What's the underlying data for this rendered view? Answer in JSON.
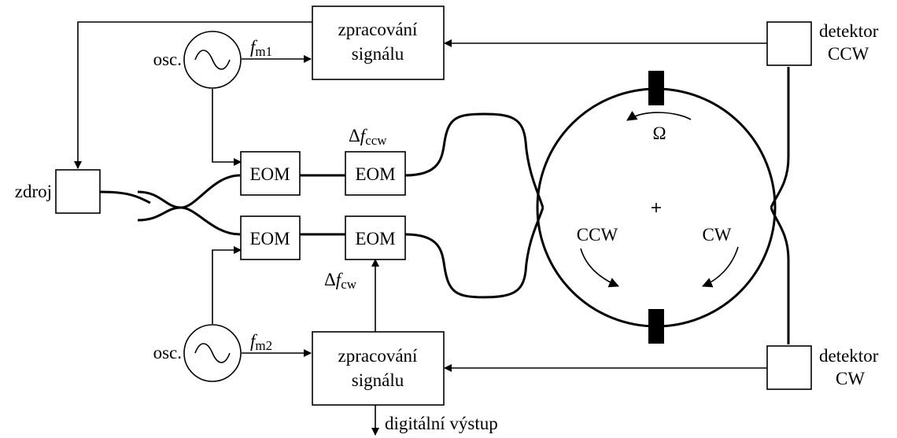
{
  "labels": {
    "processing_top_line1": "zpracování",
    "processing_top_line2": "signálu",
    "processing_bottom_line1": "zpracování",
    "processing_bottom_line2": "signálu",
    "osc_top": "osc.",
    "osc_bottom": "osc.",
    "fm1_f": "f",
    "fm1_sub": "m1",
    "fm2_f": "f",
    "fm2_sub": "m2",
    "source": "zdroj",
    "eom_1": "EOM",
    "eom_2": "EOM",
    "eom_3": "EOM",
    "eom_4": "EOM",
    "dfccw_delta": "Δ",
    "dfccw_f": "f",
    "dfccw_sub": "ccw",
    "dfcw_delta": "Δ",
    "dfcw_f": "f",
    "dfcw_sub": "cw",
    "omega": "Ω",
    "ccw": "CCW",
    "cw": "CW",
    "detector_ccw_line1": "detektor",
    "detector_ccw_line2": "CCW",
    "detector_cw_line1": "detektor",
    "detector_cw_line2": "CW",
    "digital_output": "digitální výstup"
  }
}
